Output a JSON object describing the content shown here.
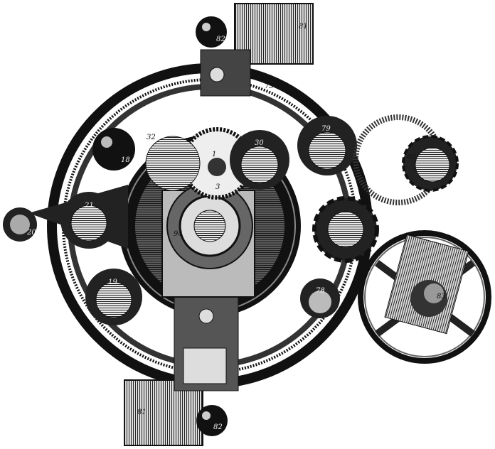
{
  "figure": {
    "palette": {
      "ink": "#111111",
      "paper": "#ffffff",
      "mid": "#6a6a6a",
      "light": "#cfcfcf"
    },
    "labels": {
      "top_ball": "82",
      "top_box": "81",
      "ring": "73",
      "disc": "32",
      "wheel_30": "30",
      "wheel_79": "79",
      "ball_18": "18",
      "wheel_21": "21",
      "knob_20": "20",
      "wheel_19": "19",
      "wheel_78": "78",
      "bottom_box": "81",
      "bottom_ball": "82",
      "center_plate": "94",
      "dial_1": "1",
      "dial_3": "3",
      "gear_80": "80",
      "hub_83": "83"
    }
  }
}
